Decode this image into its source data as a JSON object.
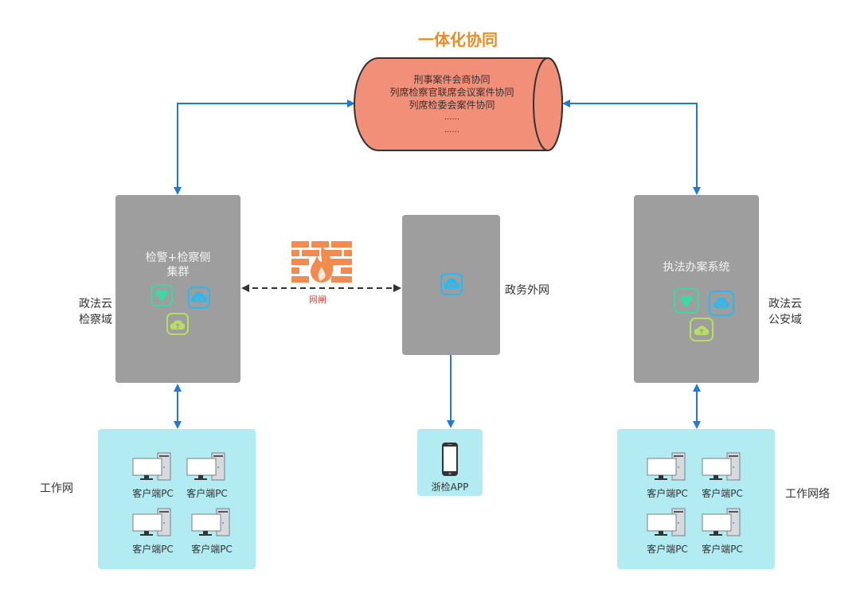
{
  "title": "一体化协同",
  "hub": {
    "lines": [
      "刑事案件会商协同",
      "列席检察官联席会议案件协同",
      "列席检委会案件协同",
      "......",
      "......"
    ],
    "fill": "#f28f78"
  },
  "left_node": {
    "title_line1": "检警+检察侧",
    "title_line2": "集群",
    "side_label_line1": "政法云",
    "side_label_line2": "检察域",
    "icons": [
      "cluster-icon",
      "cloud-server-icon",
      "cloud-upload-icon"
    ]
  },
  "gateway": {
    "label": "网闸",
    "icon": "firewall-icon"
  },
  "center_node": {
    "side_label": "政务外网",
    "icons": [
      "cloud-server-icon"
    ]
  },
  "right_node": {
    "title": "执法办案系统",
    "side_label_line1": "政法云",
    "side_label_line2": "公安域",
    "icons": [
      "cluster-icon",
      "cloud-server-icon",
      "cloud-upload-icon"
    ]
  },
  "left_workgroup": {
    "side_label": "工作网",
    "clients": [
      "客户端PC",
      "客户端PC",
      "客户端PC",
      "客户端PC"
    ]
  },
  "mobile": {
    "label": "浙检APP",
    "icon": "smartphone-icon"
  },
  "right_workgroup": {
    "side_label": "工作网络",
    "clients": [
      "客户端PC",
      "客户端PC",
      "客户端PC",
      "客户端PC"
    ]
  },
  "colors": {
    "arrow": "#1e7ad6",
    "title": "#f08a24",
    "node_gray": "#9e9e9e",
    "client_bg": "#b2ebf2",
    "firewall": "#f28b50",
    "gate_label": "#e53935"
  }
}
